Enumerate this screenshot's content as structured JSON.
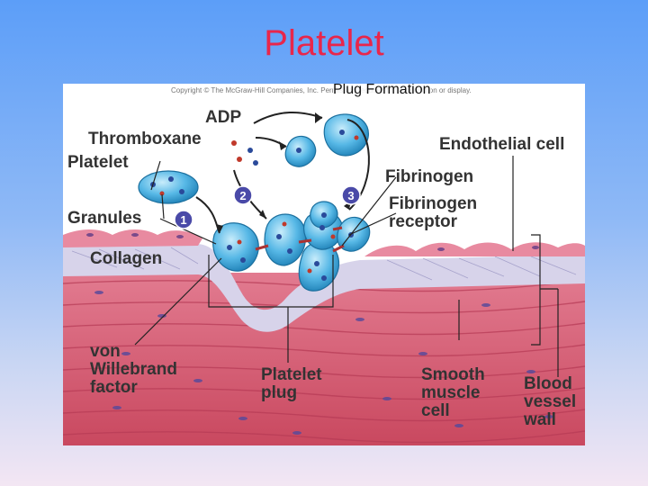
{
  "slide": {
    "title": "Platelet",
    "subtitle": "Plug Formation"
  },
  "figure": {
    "copyright": "Copyright © The McGraw-Hill Companies, Inc. Permission required for reproduction or display.",
    "labels": {
      "adp": "ADP",
      "thromboxane": "Thromboxane",
      "platelet": "Platelet",
      "granules": "Granules",
      "collagen": "Collagen",
      "von_willebrand": "von\nWillebrand\nfactor",
      "endothelial_cell": "Endothelial cell",
      "fibrinogen": "Fibrinogen",
      "fibrinogen_receptor": "Fibrinogen\nreceptor",
      "platelet_plug": "Platelet\nplug",
      "smooth_muscle_cell": "Smooth\nmuscle\ncell",
      "blood_vessel_wall": "Blood\nvessel\nwall"
    },
    "steps": [
      "1",
      "2",
      "3"
    ],
    "colors": {
      "platelet_fill": "#57b8e6",
      "muscle": "#d9607a",
      "collagen_layer": "#d7d3ea",
      "endothelium": "#e88aa0",
      "step_badge": "#4a4aa8",
      "title": "#e8264b"
    }
  }
}
